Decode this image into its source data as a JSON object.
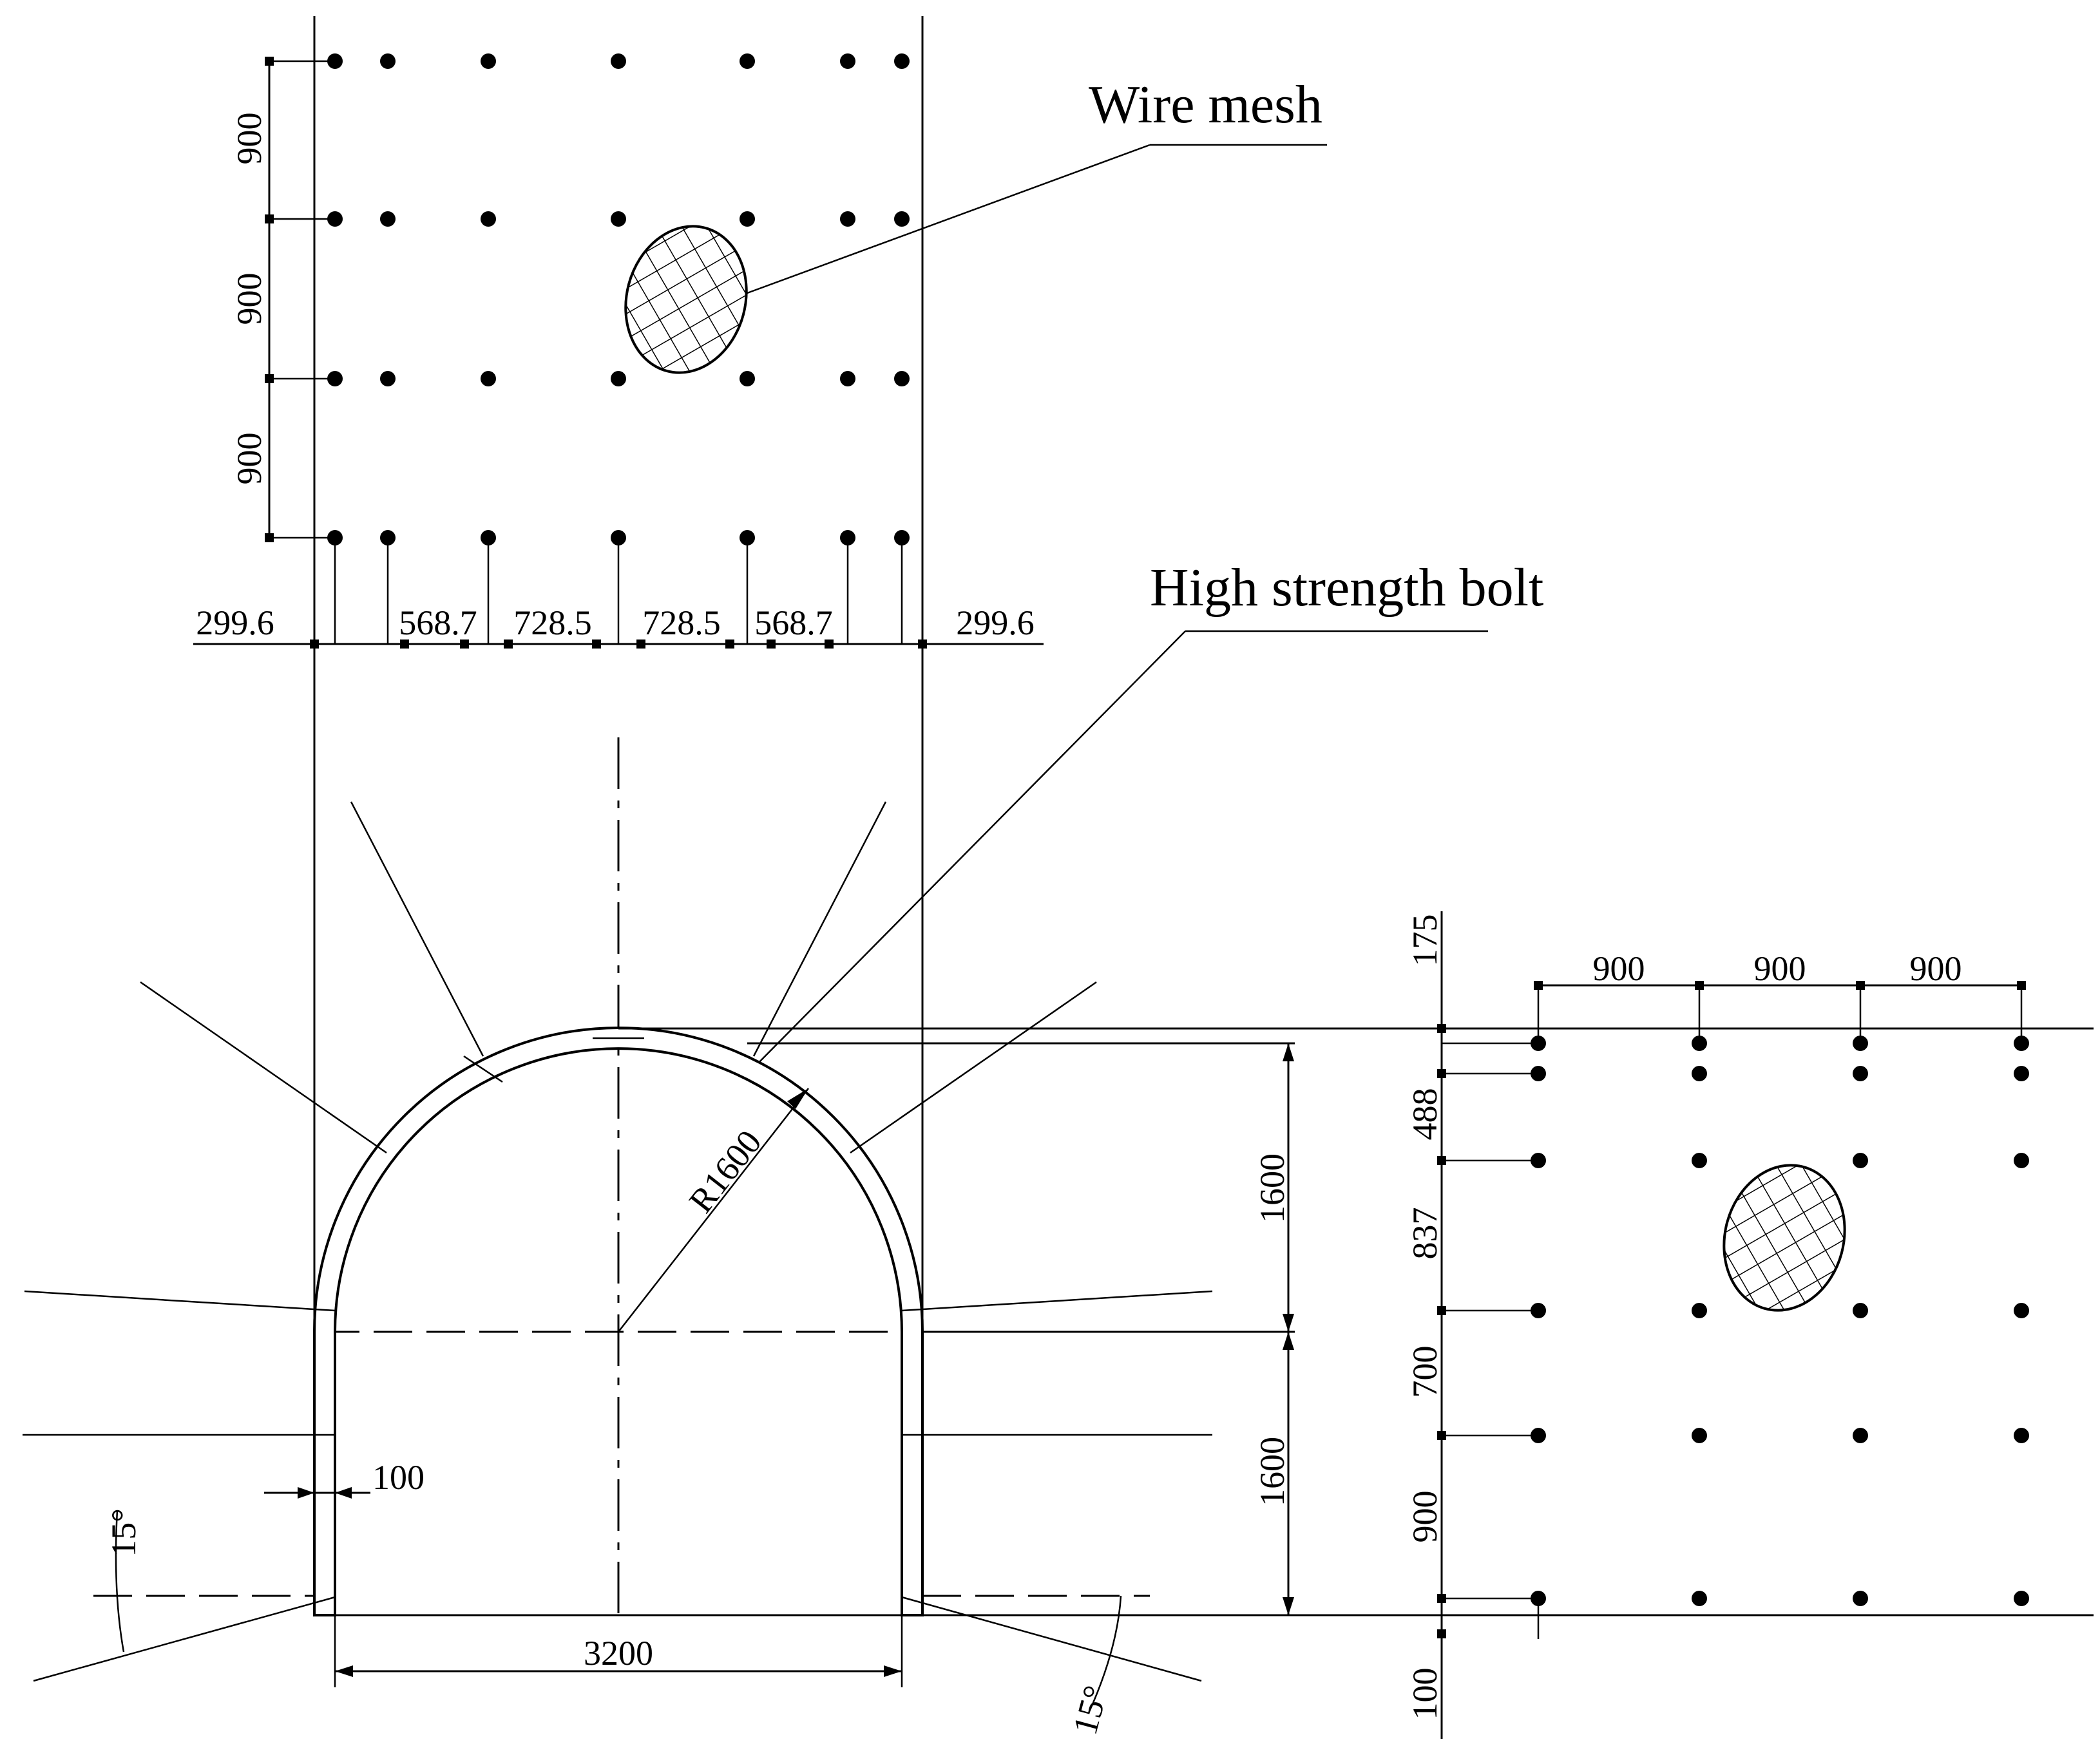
{
  "labels": {
    "wire_mesh": "Wire mesh",
    "high_strength_bolt": "High strength bolt"
  },
  "plan_top": {
    "vertical_spacings": [
      "900",
      "900",
      "900"
    ],
    "horizontal_spacings": [
      "299.6",
      "568.7",
      "728.5",
      "728.5",
      "568.7",
      "299.6"
    ]
  },
  "section": {
    "radius": "R1600",
    "height_upper": "1600",
    "height_lower": "1600",
    "width": "3200",
    "lining_thickness": "100",
    "angle_left": "15°",
    "angle_right": "15°"
  },
  "plan_right": {
    "top_spacings": [
      "900",
      "900",
      "900"
    ],
    "vertical_spacings": [
      "175",
      "488",
      "837",
      "700",
      "900",
      "100"
    ]
  }
}
